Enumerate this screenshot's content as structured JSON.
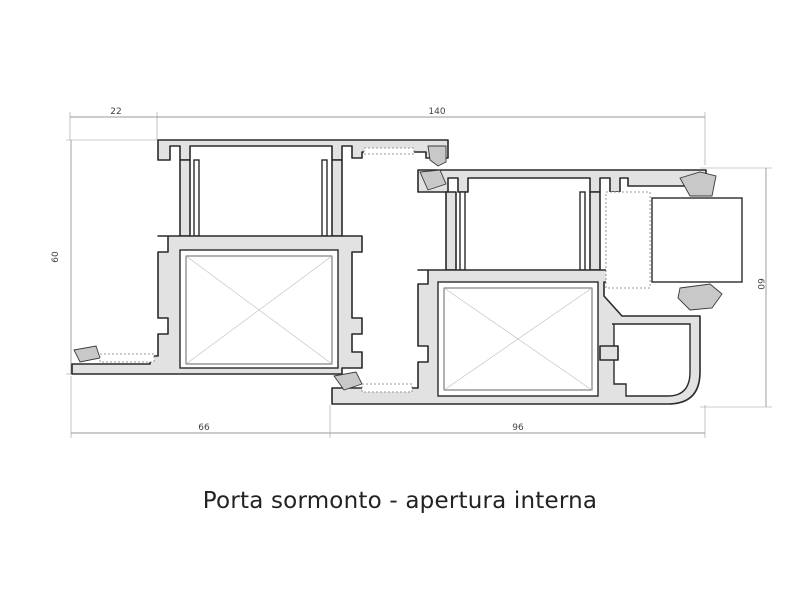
{
  "dimensions": {
    "top_left": "22",
    "top_total": "140",
    "left_height": "60",
    "right_height": "60",
    "bottom_left": "66",
    "bottom_right": "96"
  },
  "caption": "Porta sormonto - apertura interna"
}
